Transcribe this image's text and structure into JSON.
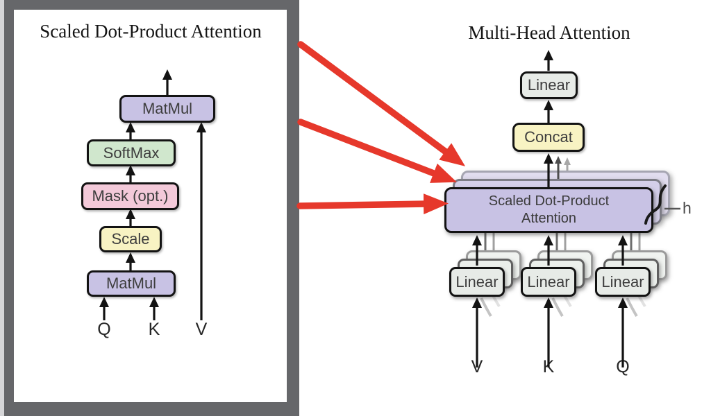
{
  "left_panel": {
    "title": "Scaled Dot-Product Attention",
    "boxes": {
      "matmul_top": "MatMul",
      "softmax": "SoftMax",
      "mask": "Mask (opt.)",
      "scale": "Scale",
      "matmul_bottom": "MatMul"
    },
    "inputs": [
      "Q",
      "K",
      "V"
    ]
  },
  "right_panel": {
    "title": "Multi-Head Attention",
    "boxes": {
      "linear_out": "Linear",
      "concat": "Concat",
      "sdpa_line1": "Scaled Dot-Product",
      "sdpa_line2": "Attention",
      "linear_v": "Linear",
      "linear_k": "Linear",
      "linear_q": "Linear"
    },
    "head_count_label": "h",
    "inputs": [
      "V",
      "K",
      "Q"
    ]
  },
  "annotations": {
    "red_arrow_count": 3
  },
  "palette": {
    "matmul_fill": "#c8c2e4",
    "softmax_fill": "#d0e7cd",
    "mask_fill": "#f3c9d9",
    "scale_fill": "#f8f3c3",
    "concat_fill": "#f8f3c3",
    "linear_fill": "#e7ebe7",
    "sdpa_fill": "#c8c2e4",
    "frame_gray": "#66676a",
    "red_arrow": "#e6382b"
  }
}
